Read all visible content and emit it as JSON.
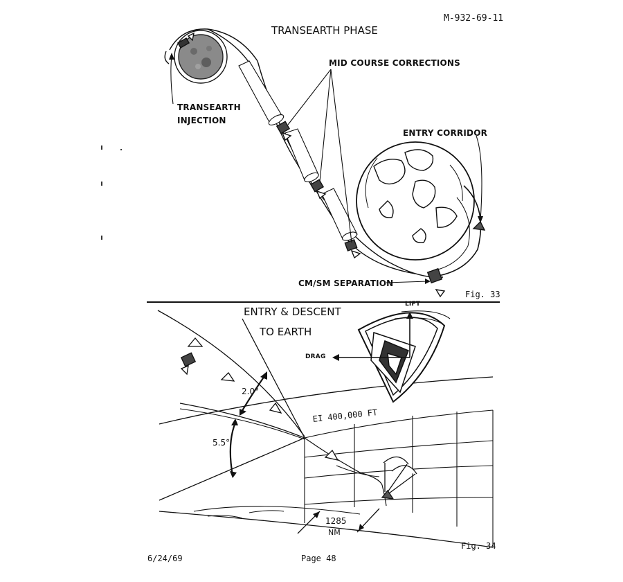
{
  "doc_number": "M-932-69-11",
  "date": "6/24/69",
  "page": "Page 48",
  "figure_top": {
    "title": "TRANSEARTH PHASE",
    "labels": {
      "transearth_injection_line1": "TRANSEARTH",
      "transearth_injection_line2": "INJECTION",
      "mid_course_corrections": "MID COURSE CORRECTIONS",
      "entry_corridor": "ENTRY CORRIDOR",
      "cm_sm_separation": "CM/SM SEPARATION"
    },
    "fig_label": "Fig. 33"
  },
  "figure_bottom": {
    "title_line1": "ENTRY & DESCENT",
    "title_line2": "TO EARTH",
    "labels": {
      "lift": "LIFT",
      "drag": "DRAG",
      "angle_upper": "2.0°",
      "angle_lower": "5.5°",
      "ei_altitude": "EI 400,000 FT",
      "distance_value": "1285",
      "distance_unit": "NM"
    },
    "fig_label": "Fig. 34"
  }
}
